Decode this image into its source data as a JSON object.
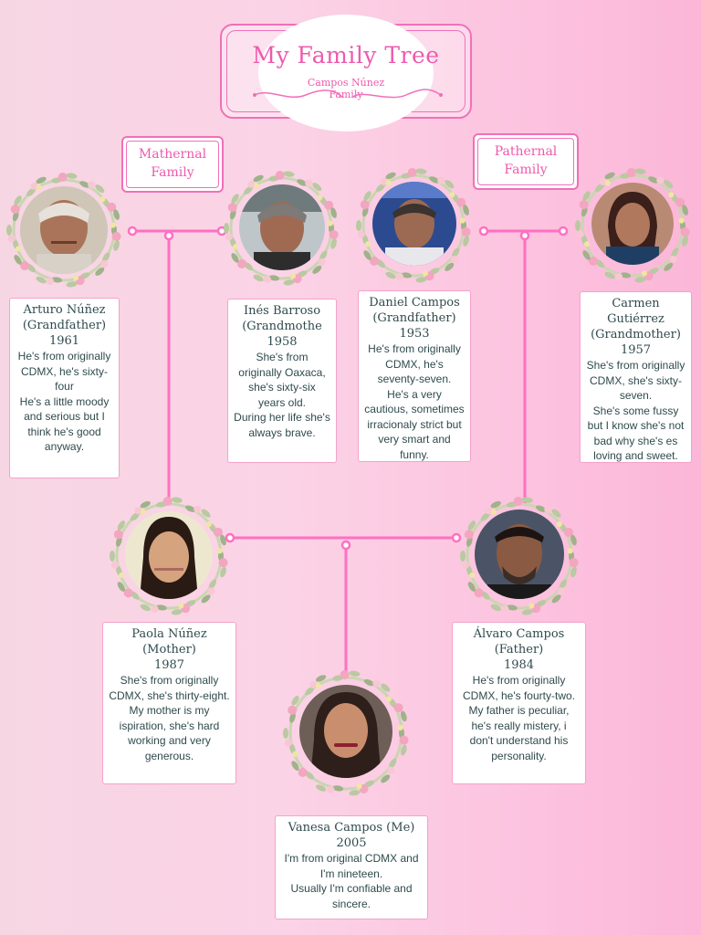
{
  "title": {
    "main": "My Family Tree",
    "subtitle": "Campos Núnez\nFamily"
  },
  "tags": {
    "maternal": "Mathernal\nFamily",
    "paternal": "Pathernal\nFamily"
  },
  "colors": {
    "accent": "#f070b8",
    "line": "#ff6fc2",
    "text": "#2f4a4d",
    "card_border": "#f4a2cb"
  },
  "people": {
    "arturo": {
      "name": "Arturo Núñez",
      "role": "(Grandfather)",
      "year": "1961",
      "desc": "He's from originally CDMX, he's sixty-four\nHe's a little moody and serious but I think he's good anyway."
    },
    "ines": {
      "name": "Inés Barroso",
      "role": "(Grandmothe",
      "year": "1958",
      "desc": "She's from originally Oaxaca, she's sixty-six years old.\nDuring her life she's always brave."
    },
    "daniel": {
      "name": "Daniel Campos",
      "role": "(Grandfather)",
      "year": "1953",
      "desc": "He's from originally CDMX, he's seventy-seven.\nHe's a very cautious, sometimes irracionaly strict but very smart and funny."
    },
    "carmen": {
      "name": "Carmen Gutiérrez",
      "role": "(Grandmother)",
      "year": "1957",
      "desc": "She's from originally CDMX, she's sixty-seven.\nShe's some fussy but I know she's not bad why she's es loving and sweet."
    },
    "paola": {
      "name": "Paola Núñez",
      "role": "(Mother)",
      "year": "1987",
      "desc": "She's from originally CDMX, she's thirty-eight.\nMy mother is my ispiration, she's hard working and very generous."
    },
    "alvaro": {
      "name": "Álvaro Campos",
      "role": "(Father)",
      "year": "1984",
      "desc": "He's from originally CDMX, he's fourty-two.\nMy father is peculiar, he's really mistery, i don't understand his personality."
    },
    "vanesa": {
      "name": "Vanesa Campos (Me)",
      "year": "2005",
      "desc": "I'm from original CDMX and I'm nineteen.\nUsually I'm confiable and sincere."
    }
  }
}
